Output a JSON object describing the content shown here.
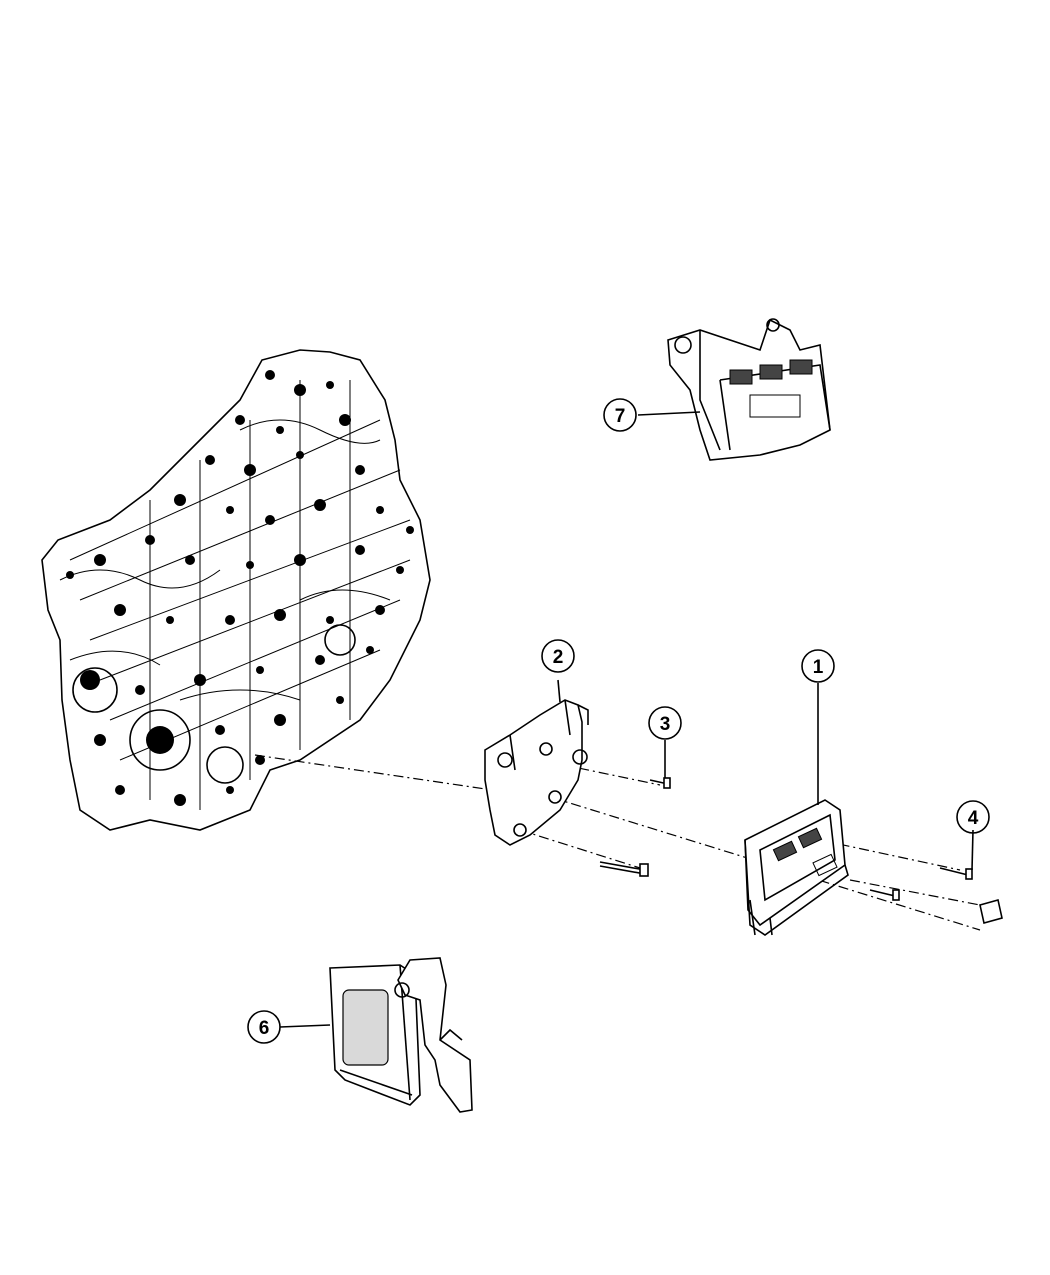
{
  "callouts": [
    {
      "id": "callout-1",
      "label": "1"
    },
    {
      "id": "callout-2",
      "label": "2"
    },
    {
      "id": "callout-3",
      "label": "3"
    },
    {
      "id": "callout-4",
      "label": "4"
    },
    {
      "id": "callout-6",
      "label": "6"
    },
    {
      "id": "callout-7",
      "label": "7"
    }
  ]
}
